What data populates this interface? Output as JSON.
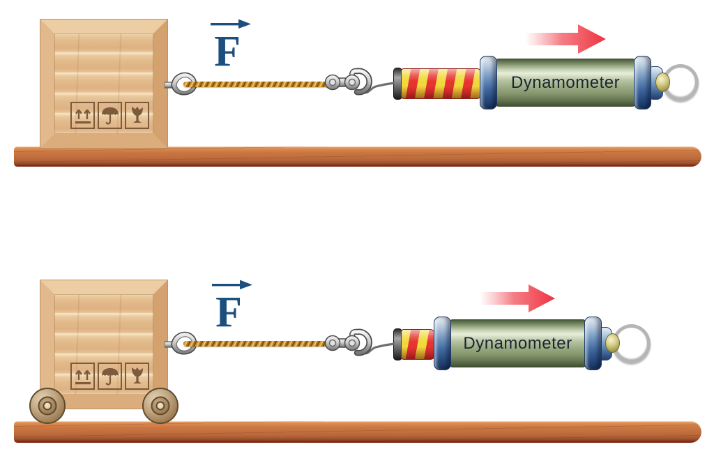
{
  "diagram": {
    "scenes": [
      {
        "name": "crate-dragged-on-ground",
        "force_label": "F",
        "dynamometer_label": "Dynamometer",
        "motion_arrow_direction": "right",
        "spring_visible_stripes": 9,
        "has_wheels": false,
        "crate_symbols": [
          "this-side-up-icon",
          "keep-dry-icon",
          "fragile-icon"
        ]
      },
      {
        "name": "crate-pulled-on-wheels",
        "force_label": "F",
        "dynamometer_label": "Dynamometer",
        "motion_arrow_direction": "right",
        "spring_visible_stripes": 3,
        "has_wheels": true,
        "crate_symbols": [
          "this-side-up-icon",
          "keep-dry-icon",
          "fragile-icon"
        ]
      }
    ],
    "colors": {
      "force_label_blue": "#1d4f7e",
      "motion_arrow_red": "#ee3340",
      "spring_yellow": "#f2d93b",
      "spring_red": "#e63531",
      "dynamometer_body_green": "#9aab83",
      "collar_blue": "#41699f",
      "floor_brown": "#c06f3d",
      "crate_wood_tan": "#e4bd92",
      "rope_gold": "#cf9330"
    }
  }
}
